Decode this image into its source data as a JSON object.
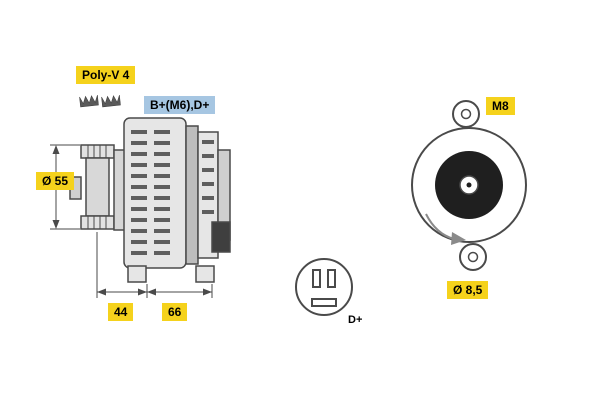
{
  "labels": {
    "belt_type": "Poly-V 4",
    "terminals": "B+(M6),D+",
    "pulley_diameter": "Ø 55",
    "dim_a": "44",
    "dim_b": "66",
    "thread_size": "M8",
    "mount_hole_diameter": "Ø 8,5",
    "connector_terminal": "D+"
  },
  "icons": {
    "belt_section": "belt-section-icon",
    "rotation_arrow": "rotation-arrow-icon"
  },
  "colors": {
    "label_yellow": "#f5d21c",
    "label_blue": "#a6c6e2",
    "line": "#4a4a4a",
    "dark_fill": "#1f1f1f"
  }
}
